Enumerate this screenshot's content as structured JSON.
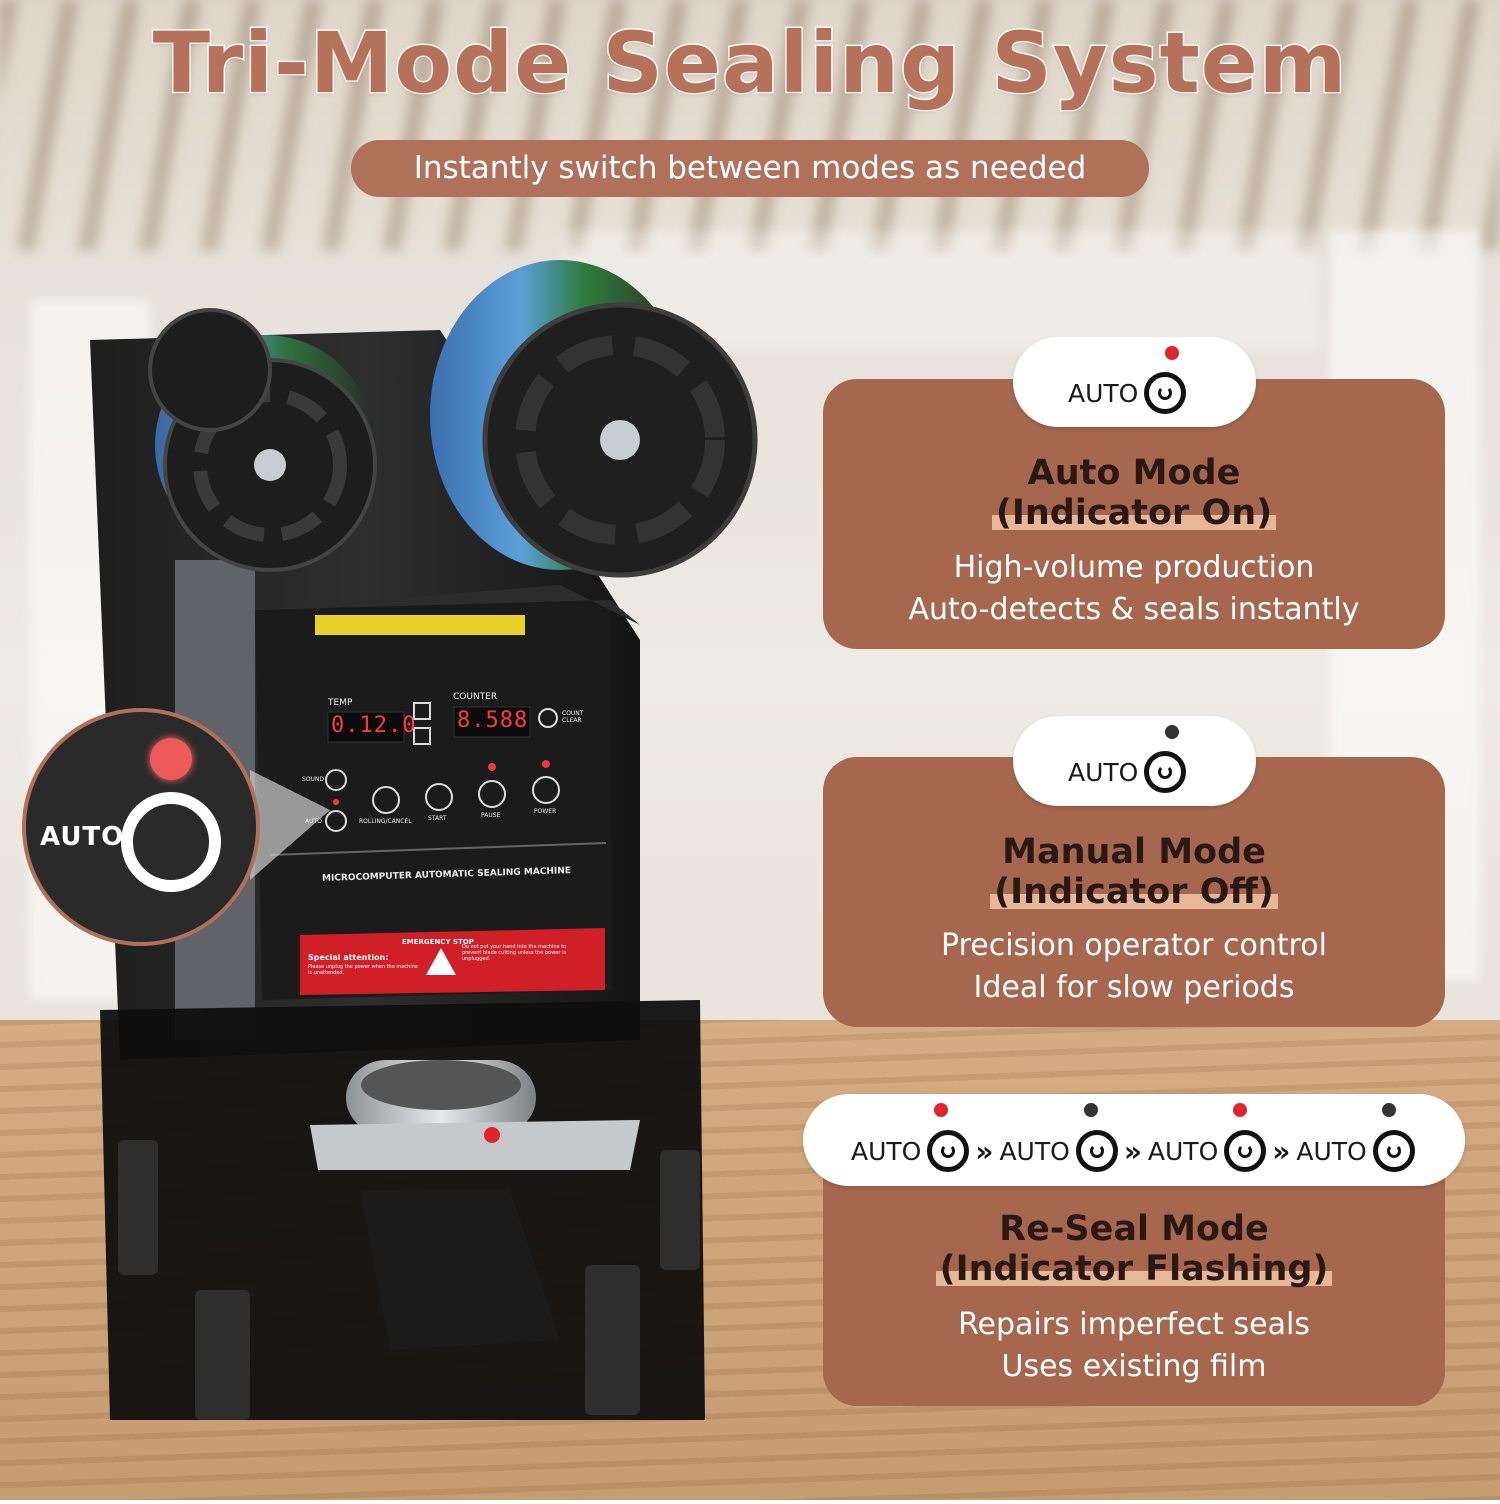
{
  "header": {
    "title": "Tri-Mode Sealing System",
    "subtitle": "Instantly switch between modes as needed"
  },
  "machine": {
    "panel": {
      "temp_label": "TEMP",
      "temp_value": "0.12.0",
      "counter_label": "COUNTER",
      "counter_value": "8.588",
      "count_clear_label": "COUNT CLEAR",
      "sound_label": "SOUND",
      "auto_label": "AUTO",
      "rolling_label": "ROLLING/CANCEL",
      "start_label": "START",
      "pause_label": "PAUSE",
      "power_label": "POWER",
      "machine_name": "MICROCOMPUTER AUTOMATIC SEALING MACHINE",
      "emergency_label": "EMERGENCY STOP",
      "special_attention_label": "Special attention:",
      "warning_left": "Please unplug the power when the machine is unattended.",
      "warning_right": "Do not put your hand into the machine to prevent blade cutting unless the power is unplugged."
    },
    "callout_label": "AUTO"
  },
  "modes": [
    {
      "auto_label": "AUTO",
      "indicator_color": "#e0242a",
      "title_line1": "Auto Mode",
      "title_line2": "(Indicator On)",
      "desc_line1": "High-volume production",
      "desc_line2": "Auto-detects & seals instantly"
    },
    {
      "auto_label": "AUTO",
      "indicator_color": "#333333",
      "title_line1": "Manual Mode",
      "title_line2": "(Indicator Off)",
      "desc_line1": "Precision operator control",
      "desc_line2": "Ideal for slow periods"
    },
    {
      "auto_labels": [
        "AUTO",
        "AUTO",
        "AUTO",
        "AUTO"
      ],
      "indicator_colors": [
        "#e0242a",
        "#333333",
        "#e0242a",
        "#333333"
      ],
      "separator": "»",
      "title_line1": "Re-Seal Mode",
      "title_line2": "(Indicator Flashing)",
      "desc_line1": "Repairs imperfect seals",
      "desc_line2": "Uses existing film"
    }
  ]
}
